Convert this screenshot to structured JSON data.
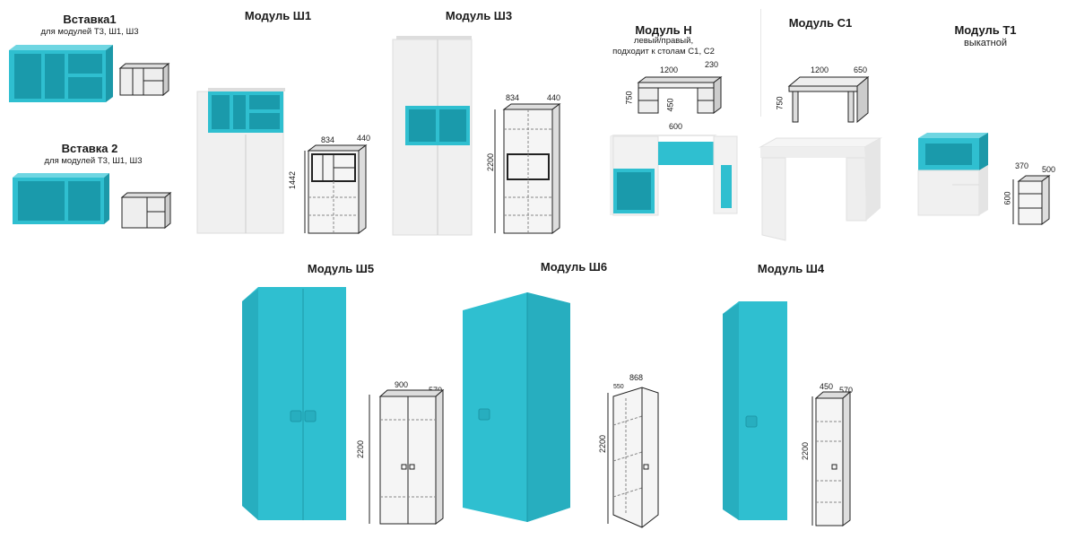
{
  "colors": {
    "accent": "#2fbfd0",
    "accent_dark": "#1c98a8",
    "white_panel": "#f2f2f2",
    "line": "#222222"
  },
  "modules": {
    "vstavka1": {
      "title": "Вставка1",
      "subtitle": "для модулей Т3, Ш1, Ш3"
    },
    "vstavka2": {
      "title": "Вставка 2",
      "subtitle": "для модулей Т3, Ш1, Ш3"
    },
    "sh1": {
      "title": "Модуль Ш1",
      "dims": {
        "w": "834",
        "d": "440",
        "h": "1442"
      }
    },
    "sh3": {
      "title": "Модуль Ш3",
      "dims": {
        "w": "834",
        "d": "440",
        "h": "2200"
      }
    },
    "n": {
      "title": "Модуль Н",
      "subtitle1": "левый/правый,",
      "subtitle2": "подходит к столам С1, С2",
      "dims": {
        "w": "1200",
        "d": "230",
        "h": "750",
        "h2": "450",
        "w2": "600"
      }
    },
    "c1": {
      "title": "Модуль С1",
      "dims": {
        "w": "1200",
        "d": "650",
        "h": "750"
      }
    },
    "t1": {
      "title": "Модуль Т1",
      "subtitle": "выкатной",
      "dims": {
        "w": "370",
        "d": "500",
        "h": "600"
      }
    },
    "sh5": {
      "title": "Модуль Ш5",
      "dims": {
        "w": "900",
        "d": "570",
        "h": "2200"
      }
    },
    "sh6": {
      "title": "Модуль Ш6",
      "dims": {
        "w": "868",
        "d": "550",
        "h": "2200"
      }
    },
    "sh4": {
      "title": "Модуль Ш4",
      "dims": {
        "w": "450",
        "d": "570",
        "h": "2200"
      }
    }
  }
}
